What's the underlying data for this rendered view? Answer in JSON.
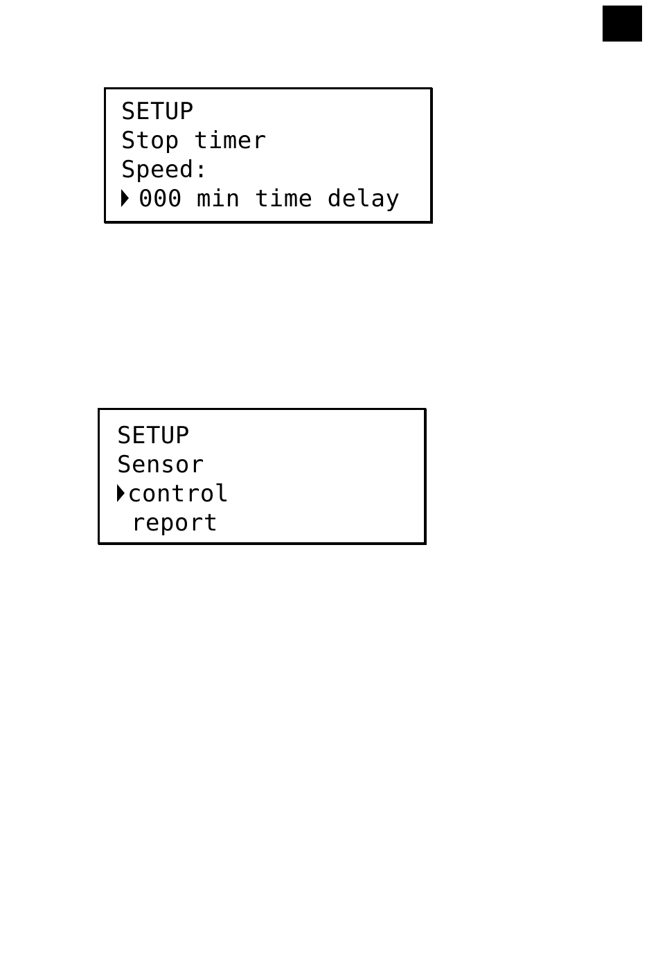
{
  "screen_1": {
    "title": "SETUP",
    "line2": "Stop timer",
    "line3": "Speed:",
    "selected_item": "000 min time delay"
  },
  "screen_2": {
    "title": "SETUP",
    "line2": "Sensor",
    "options": [
      {
        "label": "control",
        "selected": true
      },
      {
        "label": "report",
        "selected": false
      }
    ]
  },
  "icons": {
    "cursor": "right-triangle-selector-icon",
    "corner": "page-tab-marker"
  },
  "colors": {
    "background": "#ffffff",
    "ink": "#000000"
  }
}
